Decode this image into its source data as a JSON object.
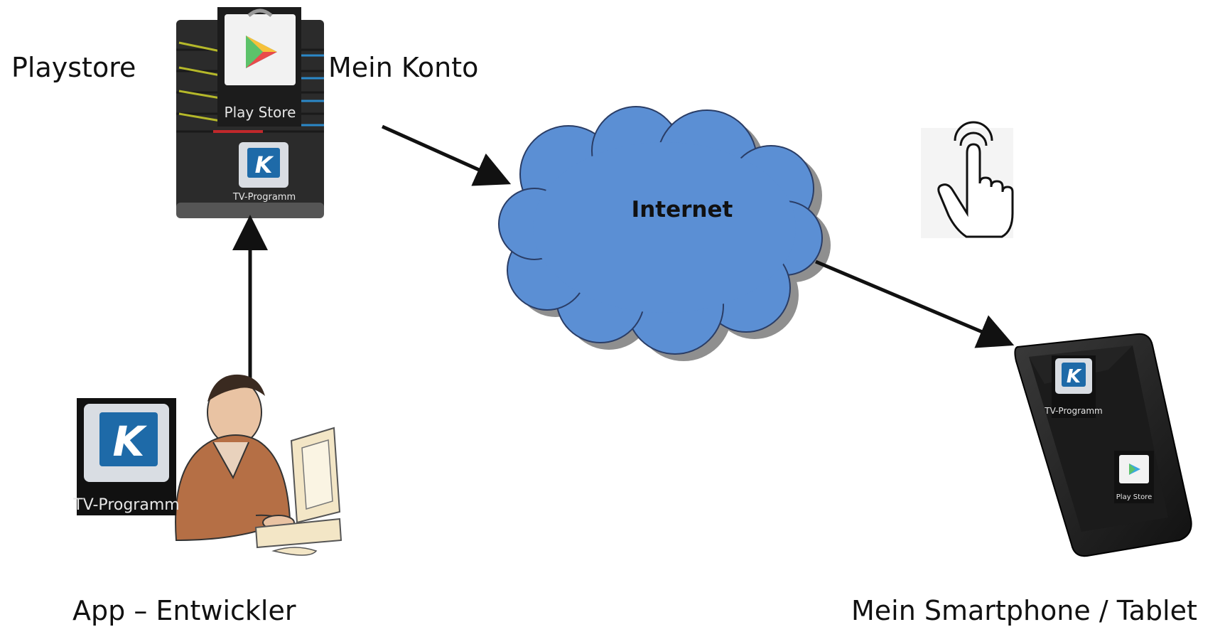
{
  "labels": {
    "playstore": "Playstore",
    "account": "Mein Konto",
    "internet": "Internet",
    "developer": "App – Entwickler",
    "device": "Mein Smartphone / Tablet"
  },
  "apps": {
    "play_store": "Play Store",
    "tv_program": "TV-Programm"
  },
  "icons": {
    "server": "server-icon",
    "cloud": "cloud-icon",
    "developer": "developer-person-icon",
    "tablet": "tablet-icon",
    "pointer": "pointing-hand-icon"
  },
  "colors": {
    "cloud_fill": "#5b8fd4",
    "arrow": "#111111",
    "server_body": "#2b2b2b"
  }
}
